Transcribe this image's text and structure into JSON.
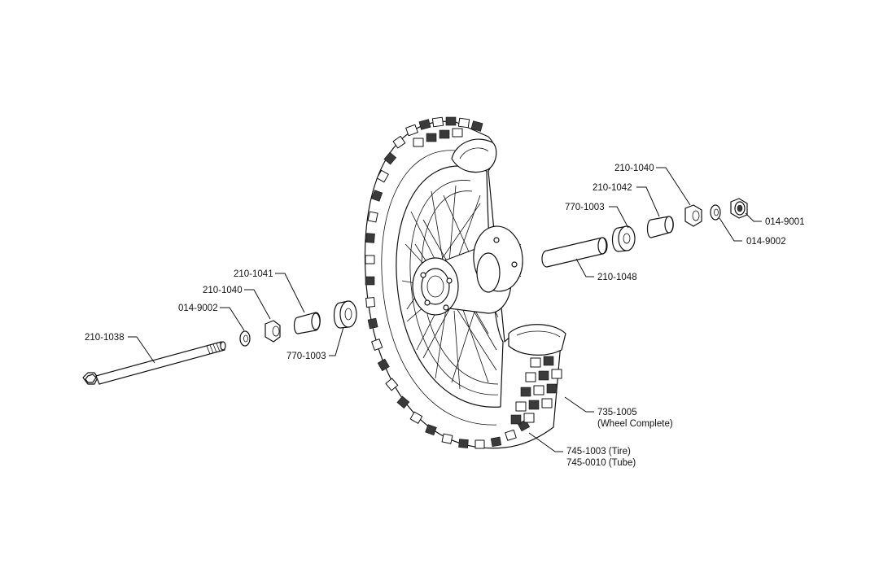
{
  "callouts": {
    "axle": "210-1038",
    "left_washer": "014-9002",
    "left_spacer_nut": "210-1040",
    "left_spacer": "210-1041",
    "left_bearing": "770-1003",
    "right_bearing": "770-1003",
    "right_spacer": "210-1042",
    "right_spacer_nut": "210-1040",
    "right_washer": "014-9002",
    "axle_nut": "014-9001",
    "center_sleeve": "210-1048",
    "wheel_complete_number": "735-1005",
    "wheel_complete_desc": "(Wheel Complete)",
    "tire": "745-1003 (Tire)",
    "tube": "745-0010 (Tube)"
  },
  "colors": {
    "ink": "#111111",
    "background": "#ffffff",
    "lug_shade": "#3a3a3a"
  }
}
